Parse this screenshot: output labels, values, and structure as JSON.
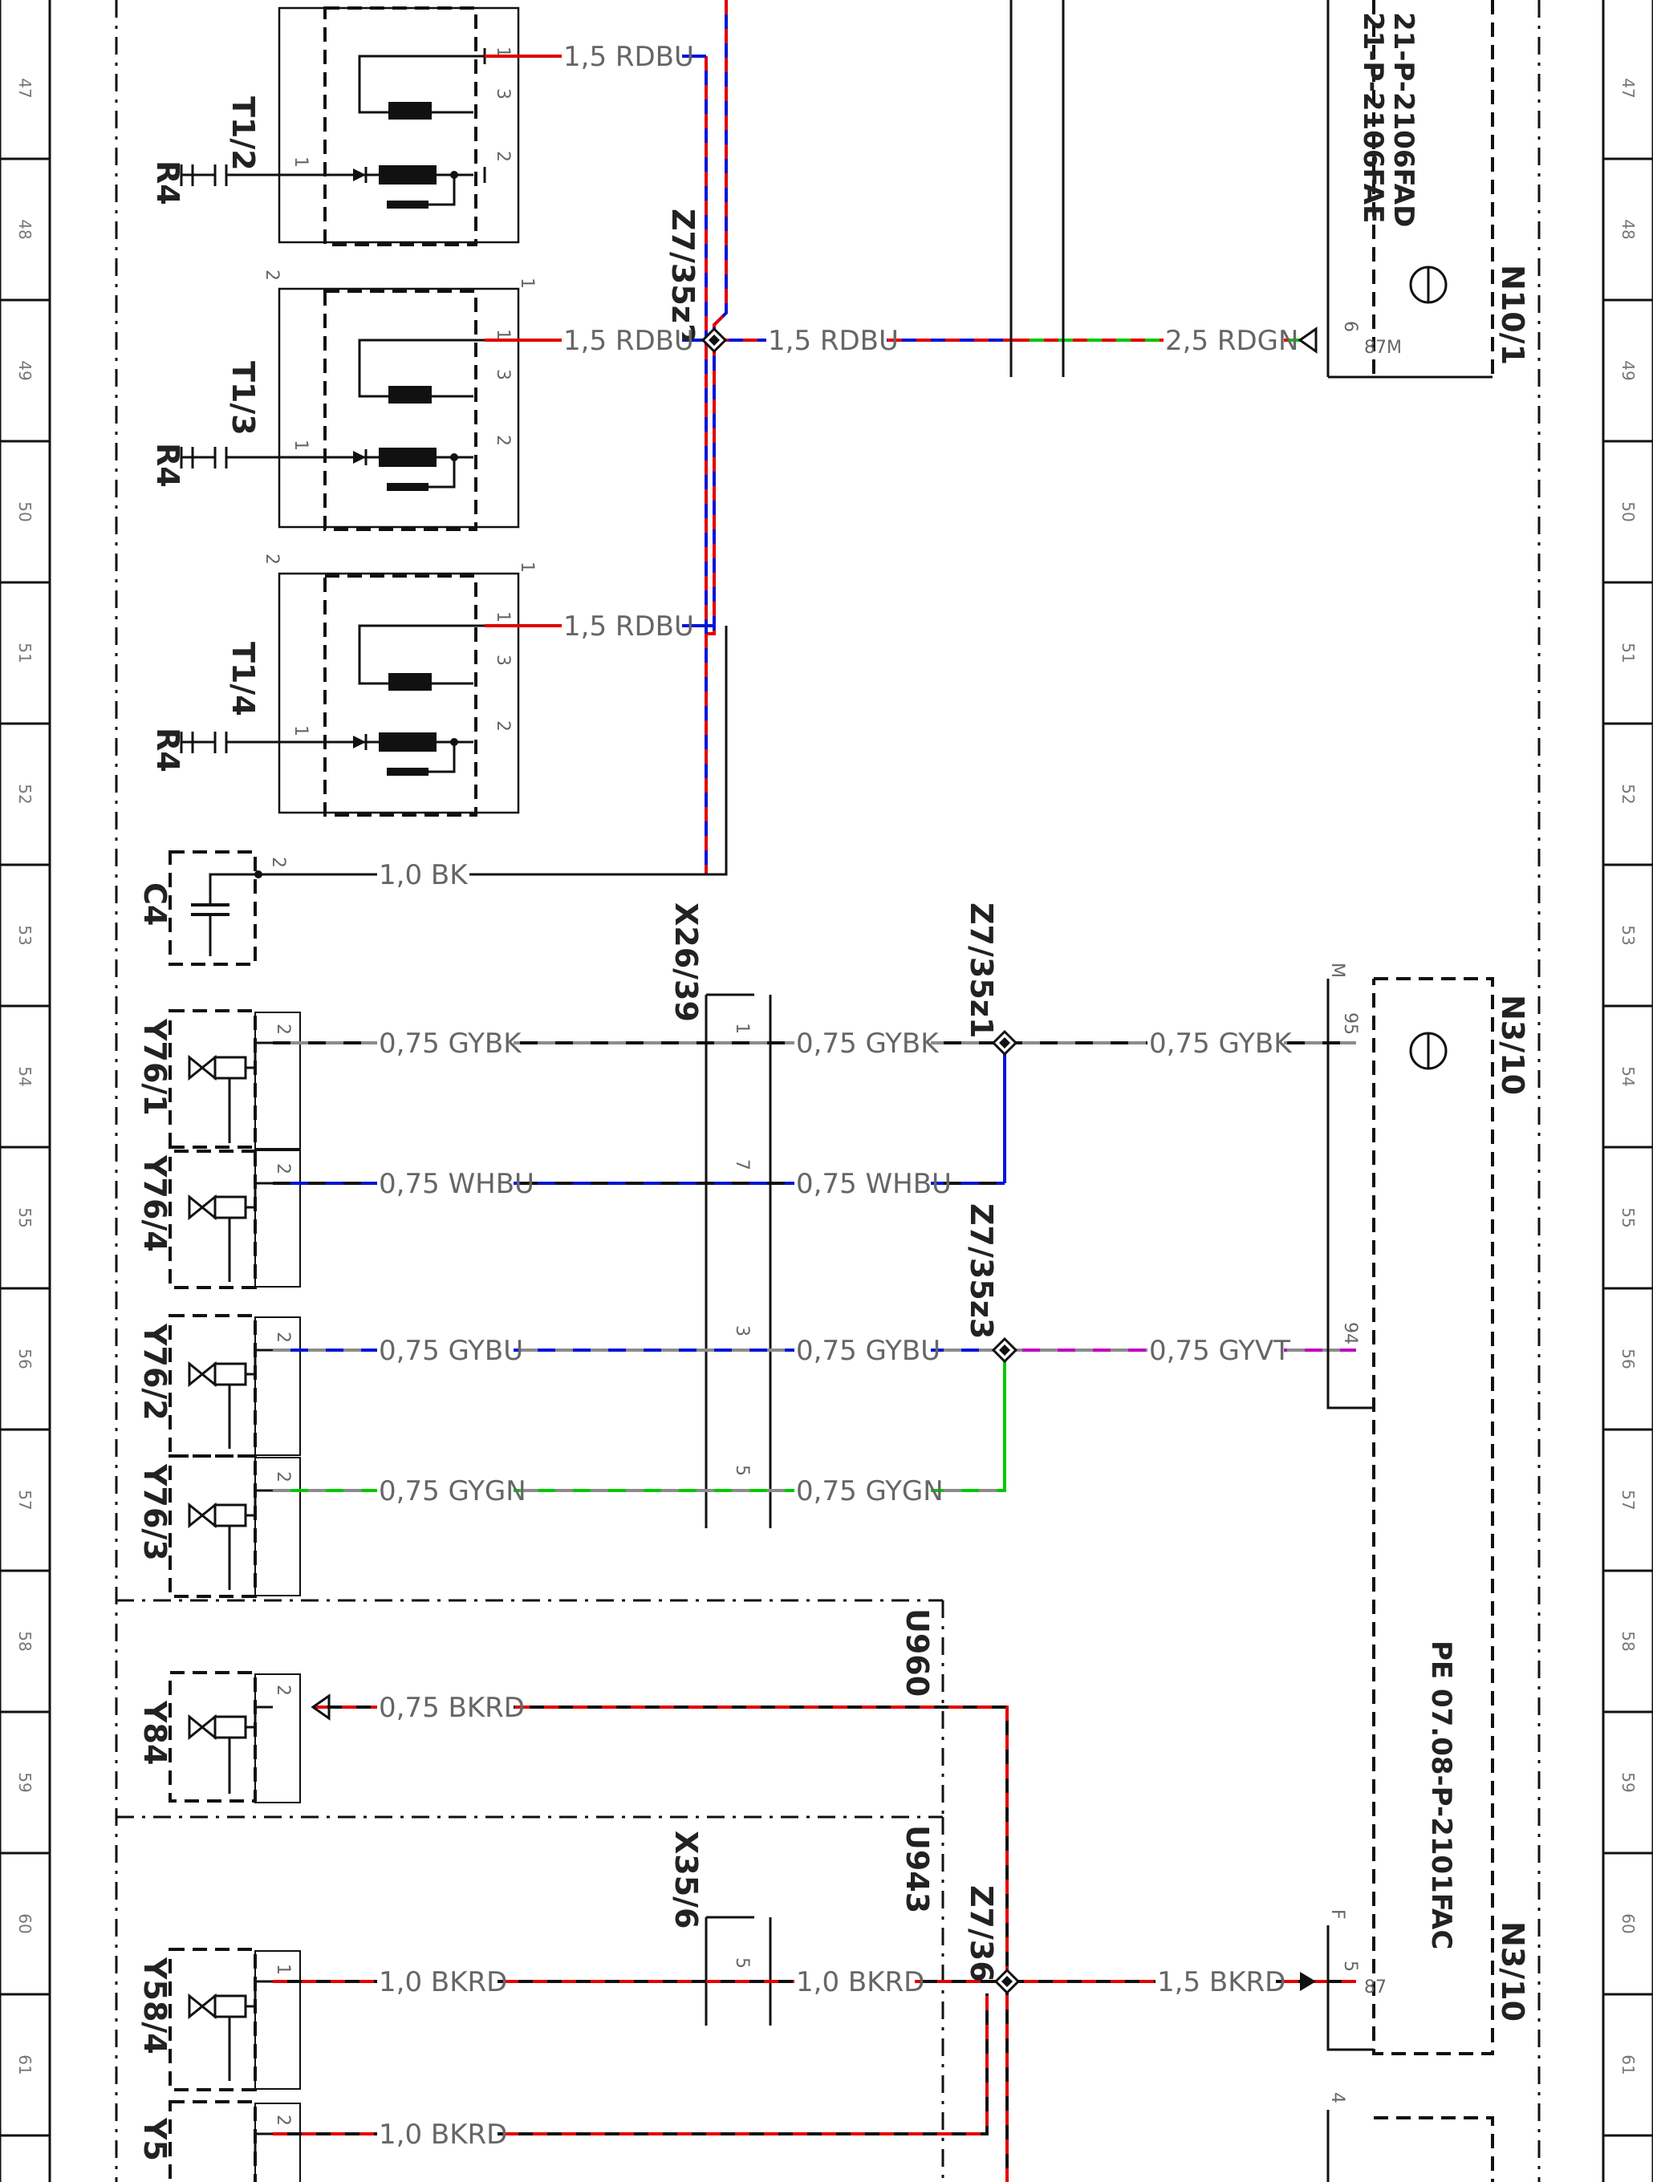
{
  "rail_numbers": [
    "47",
    "48",
    "49",
    "50",
    "51",
    "52",
    "53",
    "54",
    "55",
    "56",
    "57",
    "58",
    "59",
    "60",
    "61"
  ],
  "components": {
    "T1_2": "T1/2",
    "T1_3": "T1/3",
    "T1_4": "T1/4",
    "R4": "R4",
    "C4": "C4",
    "Y76_1": "Y76/1",
    "Y76_4": "Y76/4",
    "Y76_2": "Y76/2",
    "Y76_3": "Y76/3",
    "Y84": "Y84",
    "Y58_4": "Y58/4",
    "Y5x": "Y5",
    "X26_39": "X26/39",
    "X35_6": "X35/6",
    "Z7_35z2": "Z7/35z2",
    "Z7_35z1": "Z7/35z1",
    "Z7_35z3": "Z7/35z3",
    "Z7_36": "Z7/36",
    "U960": "U960",
    "U943": "U943",
    "N10_1": "N10/1",
    "N3_10_a": "N3/10",
    "N3_10_b": "N3/10"
  },
  "doc_refs": {
    "n10_ref1": "21-P-2106FAD",
    "n10_ref2": "21-P-2106FAE",
    "n3_ref": "PE 07.08-P-2101FAC"
  },
  "wires": {
    "t12": "1,5 RDBU",
    "t13": "1,5 RDBU",
    "t14": "1,5 RDBU",
    "z2_out": "1,5 RDBU",
    "n10_in": "2,5 RDGN",
    "c4": "1,0 BK",
    "y761_l": "0,75 GYBK",
    "y761_r": "0,75 GYBK",
    "n310_95": "0,75 GYBK",
    "y764_l": "0,75 WHBU",
    "y764_r": "0,75 WHBU",
    "y762_l": "0,75 GYBU",
    "y762_r": "0,75 GYBU",
    "n310_94": "0,75 GYVT",
    "y763_l": "0,75 GYGN",
    "y763_r": "0,75 GYGN",
    "y84": "0,75 BKRD",
    "y584_l": "1,0 BKRD",
    "y584_r": "1,0 BKRD",
    "n310_87": "1,5 BKRD",
    "y5x": "1,0 BKRD"
  },
  "pins": {
    "p1": "1",
    "p2": "2",
    "p3": "3",
    "p5": "5",
    "p6": "6",
    "p7": "7",
    "p95": "95",
    "p94": "94",
    "p87m": "87M",
    "p87": "87",
    "pM": "M",
    "pF": "F",
    "p4": "4"
  },
  "colors": {
    "red": "#e10000",
    "blue": "#0015d8",
    "green": "#00c800",
    "gray": "#8c8c8c",
    "violet": "#c000c0",
    "black": "#111111"
  }
}
